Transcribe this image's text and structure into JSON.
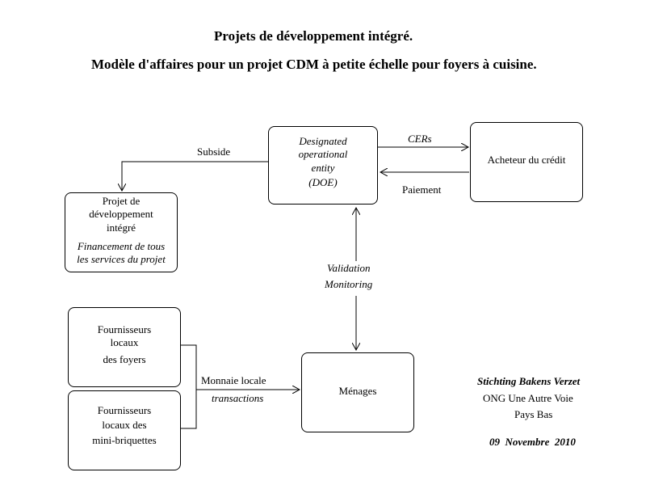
{
  "title": "Projets de développement intégré.",
  "subtitle": "Modèle d'affaires pour un projet CDM à petite échelle pour foyers à cuisine.",
  "nodes": {
    "doe": {
      "line1": "Designated",
      "line2": "operational",
      "line3": "entity",
      "line4": "(DOE)"
    },
    "acheteur": {
      "label": "Acheteur du crédit"
    },
    "projet": {
      "line1": "Projet de",
      "line2": "développement",
      "line3": "intégré",
      "line4": "Financement de tous",
      "line5": "les services du projet"
    },
    "menages": {
      "label": "Ménages"
    },
    "fournisseurs_foyers": {
      "line1": "Fournisseurs",
      "line2": "locaux",
      "line3": "des foyers"
    },
    "fournisseurs_briquettes": {
      "line1": "Fournisseurs",
      "line2": "locaux des",
      "line3": "mini-briquettes"
    }
  },
  "edges": {
    "subside": "Subside",
    "cers": "CERs",
    "paiement": "Paiement",
    "validation": "Validation",
    "monitoring": "Monitoring",
    "monnaie": "Monnaie locale",
    "transactions": "transactions"
  },
  "footer": {
    "org1": "Stichting Bakens Verzet",
    "org2": "ONG Une Autre Voie",
    "country": "Pays Bas",
    "date": "09  Novembre  2010"
  }
}
